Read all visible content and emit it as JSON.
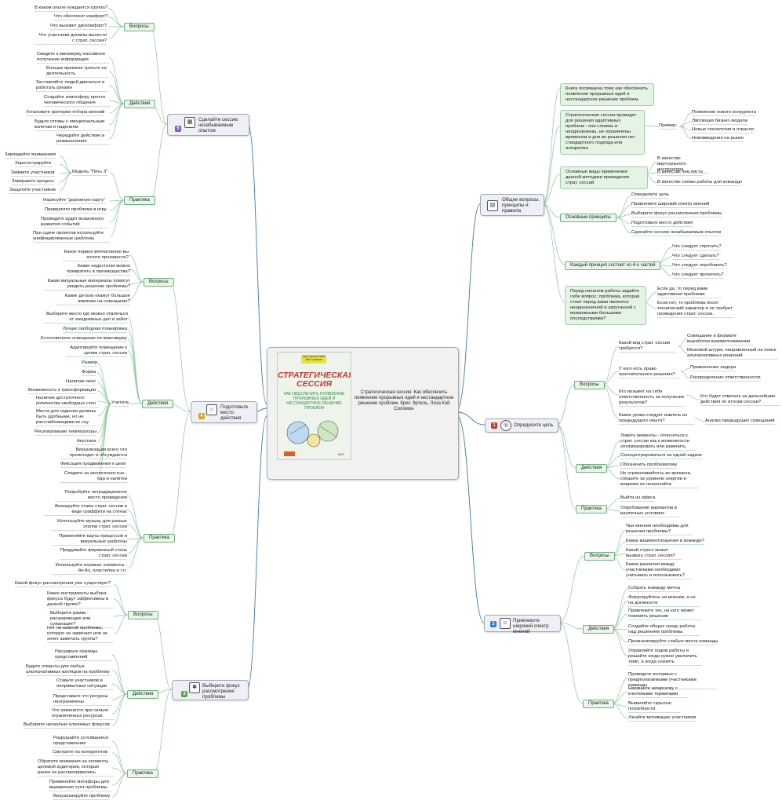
{
  "center": {
    "text": "Стратегическая сессия: Как обеспечить появление прорывных идей и нестандартное решение проблем. Крис Эртель, Лиза Кэй Соломон",
    "cover_authors": "Крис Эртель Лиза Кэй Соломон",
    "cover_title_1": "СТРАТЕГИЧЕСКАЯ",
    "cover_title_2": "СЕССИЯ",
    "cover_subtitle": "КАК ОБЕСПЕЧИТЬ ПОЯВЛЕНИЕ ПРОРЫВНЫХ ИДЕЙ И НЕСТАНДАРТНОЕ РЕШЕНИЕ ПРОБЛЕМ"
  },
  "general": {
    "title": "Общие вопросы, принципы и правила",
    "intro": "Книга посвящена тому как обеспечить появление прорывных идей и нестандартное решение проблем.",
    "sessions": "Стратегические сессии проводят для решения адаптивных проблем - они сложны и неоднозначны, не ограничены временем и для их решения нет стандартного подхода или алгоритма.",
    "example_label": "Пример:",
    "examples": [
      "Появление нового конкурента",
      "Эволюция бизнес-модели",
      "Новые технологии в отрасли",
      "Нововведения на рынке"
    ],
    "uses": "Основные виды применения данной методики проведения страт. сессий.",
    "use_items": [
      "В качестве виртуального инструктора",
      "В качестве чек-листа",
      "В качестве схемы работы для команды"
    ],
    "principles_label": "Основные принципы",
    "principles": [
      "Определите цель",
      "Привлеките широкий спектр мнений",
      "Выберите фокус рассмотрения проблемы",
      "Подготовьте место действия",
      "Сделайте сессию незабываемым опытом"
    ],
    "parts_label": "Каждый принцип состоит из 4-х частей",
    "parts": [
      "Что следует спросить?",
      "Что следует сделать?",
      "Что следует опробовать?",
      "Что следует прочитать?"
    ],
    "before": "Перед началом работы задайте себе вопрос: проблема, которая стоит перед вами является неоднозначной и запутанной с возможными большими последствиями?",
    "before_yes": "Если да, то перед вами адаптивная проблема",
    "before_no": "Если нет, то проблема носит технический характер и не требует проведения страт. сессии."
  },
  "b1": {
    "num": "1",
    "title": "Определите цель",
    "q_label": "Вопросы",
    "q1": "Какой вид страт. сессии требуется?",
    "q1a": "Совещание в формате выработки взаимопонимания",
    "q1b": "Мозговой штурм, направленный на поиск альтернативных решений",
    "q2": "У кого есть право окончательного решения?",
    "q2a": "Привлечение лидера",
    "q2b": "Распределение ответственности",
    "q3": "Кто возьмет на себя ответственность за получение результатов?",
    "q3a": "Кто будет отвечать за дальнейшие действия по итогам сессии?",
    "q4": "Какие уроки следует извлечь из предыдущего опыта?",
    "q4a": "Анализ предыдущих совещаний",
    "a_label": "Действия",
    "a_items": [
      "Ловить моменты - относиться к страт. сессии как к возможности оптимизировать или изменить",
      "Сконцентрироваться на одной задаче",
      "Обозначить проблематику",
      "Не ограничивайтесь во времени, спешите за уровнем энергии и вовремя ее пополняйте"
    ],
    "p_label": "Практика",
    "p_items": [
      "Выйти из офиса",
      "Опробование вариантов в различных условиях"
    ]
  },
  "b2": {
    "num": "2",
    "title": "Привлеките широкий спектр мнений",
    "q_label": "Вопросы",
    "q_items": [
      "Чьи мнения необходимы для решения проблемы?",
      "Какие взаимоотношения в команде?",
      "Какой стресс может вызвать страт. сессия?",
      "Какие различия между участниками необходимо учитывать и использовать?"
    ],
    "a_label": "Действия",
    "a_items": [
      "Собрать команду мечты",
      "Фокусируйтесь на мнении, а не на должности",
      "Привлеките тех, на кого может повлиять решение",
      "Создайте общую среду работы над решением проблемы",
      "Проанализируйте слабые места команды",
      "Управляйте ходом работы и решайте когда нужно увеличить темп, а когда снизить"
    ],
    "p_label": "Практика",
    "p_items": [
      "Проведите интервью с предполагаемыми участниками команды",
      "Напишите шпаргалку с ключевыми терминами",
      "Выявляйте скрытые потребности",
      "Узнайте мотивацию участников"
    ]
  },
  "b3": {
    "num": "3",
    "title": "Выберите фокус рассмотрения проблемы",
    "q_label": "Вопросы",
    "q_items": [
      "Какой фокус рассмотрения уже существует?",
      "Какие инструменты выбора фокуса будут эффективны в данной группе?",
      "Выберите рамки - расширяющие или сужающие?",
      "Нет ли важной проблемы, которую не замечает или не хочет замечать группа?"
    ],
    "a_label": "Действия",
    "a_items": [
      "Расширьте границы представлений",
      "Будьте открыты для любых альтернативных взглядов на проблему",
      "Ставьте участников в непривычные ситуации",
      "Представьте что ресурсы неограничены",
      "Что изменится при сильно ограниченных ресурсах",
      "Выберите несколько ключевых фокусов"
    ],
    "p_label": "Практика",
    "p_items": [
      "Разрушайте устоявшиеся представления",
      "Смотрите на конкурентов",
      "Обратите внимания на сегменты целевой аудитории, которые ранее не рассматривались",
      "Применяйте метафоры для выражения сути проблемы",
      "Визуализируйте проблему"
    ]
  },
  "b4": {
    "num": "4",
    "title": "Подготовьте место действия",
    "q_label": "Вопросы",
    "q_items": [
      "Какое первое впечатление вы хотите произвести?",
      "Какие недостатки можно превратить в преимущества?",
      "Какие визуальные материалы помогут увидеть решение проблемы?",
      "Какие детали окажут большое влияние на совещание?"
    ],
    "a_label": "Действия",
    "a_items": [
      "Выберите место где можно отвлечься от ежедневных дел и забот",
      "Лучше свободная планировка",
      "Естественное освещение по максимуму",
      "Адаптируйте помещение к целям страт. сессии"
    ],
    "consider_label": "Учитите",
    "consider_items": [
      "Размер",
      "Форма",
      "Наличие окно",
      "Возможность к трансформации",
      "Наличие достаточного количества свободных стен",
      "Места для сидения должны быть удобными, но не расслабляющими ко сну",
      "Регулирование температуры",
      "Акустика",
      "Визуализация всего что происходит и обсуждается",
      "Фиксация продвижения к цели",
      "Следите за экологичностью - еда и напитки"
    ],
    "p_label": "Практика",
    "p_items": [
      "Попробуйте нетрадиционное место проведения",
      "Фиксируйте этапы страт. сессии в виде граффити на стенах",
      "Используйте музыку для разных этапов страт. сессии",
      "Применяйте карты процессов и визуальные шаблоны",
      "Придумайте фирменный стиль страт. сессии",
      "Используйте игровые элементы - йо-йо, пластилин и т.п."
    ]
  },
  "b5": {
    "num": "5",
    "title": "Сделайте сессию незабываемым опытом",
    "q_label": "Вопросы",
    "q_items": [
      "В каком опыте нуждается группа?",
      "Что обеспечит комфорт?",
      "Что вызовет дискомфорт?",
      "Что участники должны вынести с страт. сессии?"
    ],
    "a_label": "Действия",
    "a_items": [
      "Сведите к минимуму пассивное получение информации",
      "Больше времени тратьте на деятельность",
      "Заставляйте людей двигаться и работать руками",
      "Создайте атмосферу просто человеческого общения",
      "Установите критерии отбора мнений",
      "Будьте готовы к эмоциональным взлетам и падениям",
      "Чередуйте действия и размышления"
    ],
    "p_label": "Практика",
    "five_label": "Модель \"Пять З\"",
    "five_items": [
      "Завладейте вниманием",
      "Зарегистрируйте",
      "Займите участников",
      "Завершите процесс",
      "Защитите участников"
    ],
    "p_items": [
      "Нарисуйте \"дорожную карту\"",
      "Превратите проблема в игру",
      "Проведите аудит возможного развития событий",
      "При сдаче проектов используйте унифицированные шаблоны"
    ]
  },
  "colors": {
    "wire": "#3a78b8",
    "wire_green": "#8cc796",
    "num_red": "#c9302c",
    "num_blue": "#2f7fc8",
    "num_green": "#5aa845",
    "num_orange": "#e2a21a",
    "num_purple": "#7c5cc4"
  }
}
